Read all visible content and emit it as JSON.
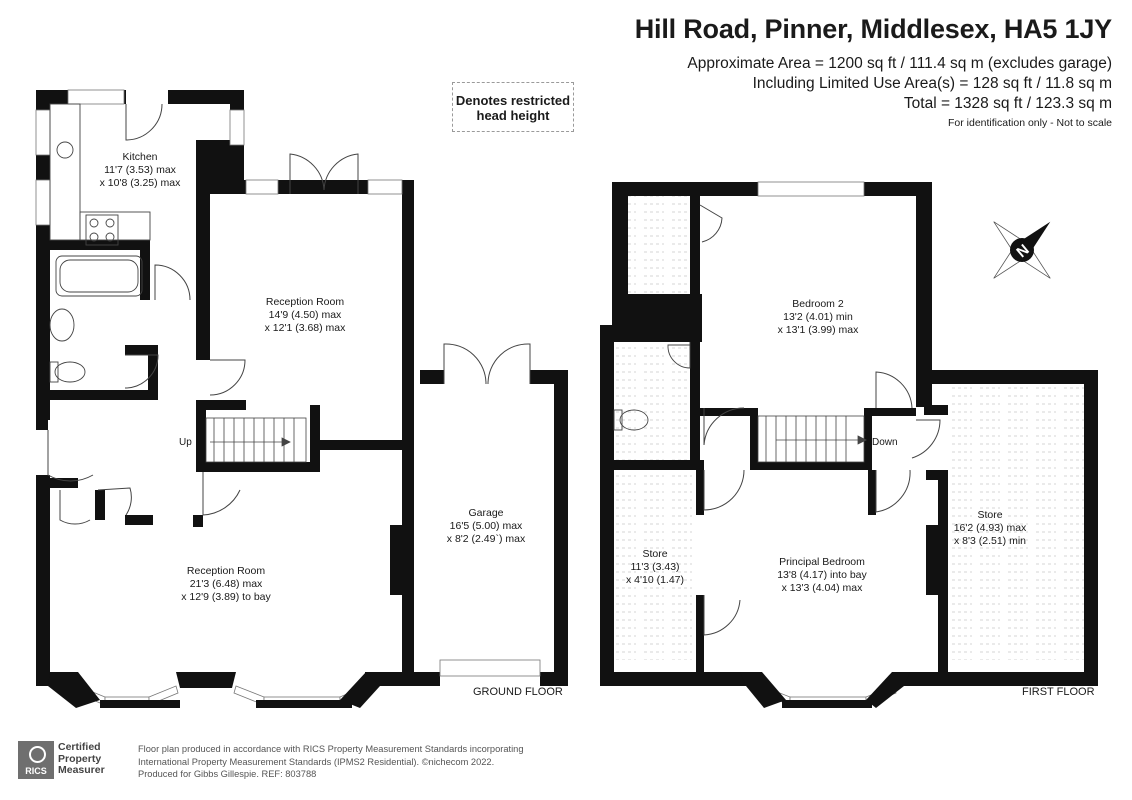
{
  "header": {
    "address": "Hill Road, Pinner, Middlesex, HA5 1JY",
    "area_line_1": "Approximate Area = 1200 sq ft / 111.4 sq m (excludes garage)",
    "area_line_2": "Including Limited Use Area(s) = 128 sq ft / 11.8 sq m",
    "area_line_3": "Total = 1328 sq ft / 123.3 sq m",
    "note": "For identification only - Not to scale"
  },
  "legend": {
    "restricted_line_1": "Denotes restricted",
    "restricted_line_2": "head height"
  },
  "ground_floor": {
    "label": "GROUND FLOOR",
    "stairs_label": "Up",
    "rooms": [
      {
        "name": "Kitchen",
        "dim1": "11'7 (3.53) max",
        "dim2": "x 10'8 (3.25) max"
      },
      {
        "name": "Reception Room",
        "dim1": "14'9 (4.50) max",
        "dim2": "x 12'1 (3.68) max"
      },
      {
        "name": "Reception Room",
        "dim1": "21'3 (6.48) max",
        "dim2": "x 12'9 (3.89) to bay"
      },
      {
        "name": "Garage",
        "dim1": "16'5 (5.00) max",
        "dim2": "x 8'2 (2.49`) max"
      }
    ]
  },
  "first_floor": {
    "label": "FIRST FLOOR",
    "stairs_label": "Down",
    "rooms": [
      {
        "name": "Bedroom 2",
        "dim1": "13'2 (4.01) min",
        "dim2": "x 13'1 (3.99) max"
      },
      {
        "name": "Store",
        "dim1": "11'3 (3.43)",
        "dim2": "x 4'10 (1.47)"
      },
      {
        "name": "Principal Bedroom",
        "dim1": "13'8 (4.17) into bay",
        "dim2": "x 13'3 (4.04) max"
      },
      {
        "name": "Store",
        "dim1": "16'2 (4.93) max",
        "dim2": "x 8'3 (2.51) min"
      }
    ]
  },
  "compass": {
    "letter": "N",
    "icon": "compass-rose-icon"
  },
  "footer": {
    "line_1": "Floor plan produced in accordance with RICS Property Measurement Standards incorporating",
    "line_2": "International Property Measurement Standards (IPMS2 Residential).  ©nichecom 2022.",
    "line_3": "Produced for Gibbs Gillespie.   REF:  803788",
    "badge_logo": "RICS",
    "badge_line_1": "Certified",
    "badge_line_2": "Property",
    "badge_line_3": "Measurer"
  },
  "colors": {
    "wall": "#111111",
    "text": "#1a1a1a",
    "restricted_border": "#9a9a9a"
  }
}
